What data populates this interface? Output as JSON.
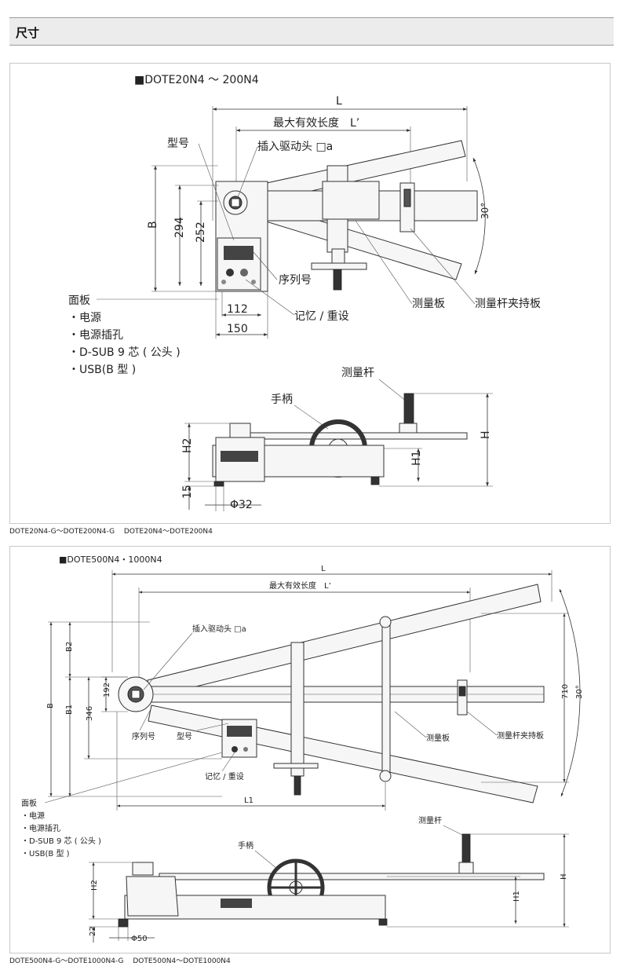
{
  "header": {
    "title": "尺寸"
  },
  "top_figure": {
    "model_title": "■DOTE20N4 ～ 200N4",
    "dim_L": "L",
    "dim_L_prime": "最大有效长度　L’",
    "label_model": "型号",
    "label_drive": "插入驱动头 □a",
    "dim_B": "B",
    "dim_294": "294",
    "dim_252": "252",
    "dim_angle": "30°",
    "label_serial": "序列号",
    "label_plate": "测量板",
    "label_bar_holder": "测量杆夹持板",
    "dim_112": "112",
    "dim_150": "150",
    "label_memory": "记忆 / 重设",
    "panel_list": [
      "面板",
      "・电源",
      "・电源插孔",
      "・D-SUB 9 芯 ( 公头 )",
      "・USB(B 型 )"
    ],
    "label_bar": "测量杆",
    "label_handle": "手柄",
    "dim_H": "H",
    "dim_H1": "H1",
    "dim_H2": "H2",
    "dim_15": "15",
    "dim_phi": "Φ32"
  },
  "top_caption": "DOTE20N4-G～DOTE200N4-G　 DOTE20N4～DOTE200N4",
  "bottom_figure": {
    "model_title": "■DOTE500N4・1000N4",
    "dim_L": "L",
    "dim_L_prime": "最大有效长度　L’",
    "label_drive": "插入驱动头 □a",
    "dim_B": "B",
    "dim_B1": "B1",
    "dim_B2": "B2",
    "dim_346": "346",
    "dim_192": "192",
    "dim_710": "710",
    "dim_angle": "30°",
    "label_serial": "序列号",
    "label_model": "型号",
    "label_plate": "测量板",
    "label_bar_holder": "测量杆夹持板",
    "label_memory": "记忆 / 重设",
    "dim_L1": "L1",
    "panel_list": [
      "面板",
      "・电源",
      "・电源插孔",
      "・D-SUB 9 芯 ( 公头 )",
      "・USB(B 型 )"
    ],
    "label_bar": "测量杆",
    "label_handle": "手柄",
    "dim_H": "H",
    "dim_H1": "H1",
    "dim_H2": "H2",
    "dim_22": "22",
    "dim_phi": "Φ50"
  },
  "bottom_caption": "DOTE500N4-G～DOTE1000N4-G　 DOTE500N4～DOTE1000N4"
}
